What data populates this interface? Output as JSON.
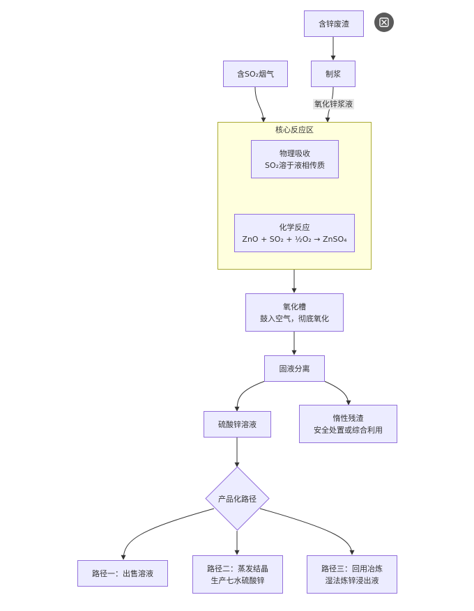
{
  "diagram": {
    "nodes": {
      "zinc_residue": "含锌废渣",
      "so2_gas": "含SO₂烟气",
      "slurry": "制浆",
      "physical_line1": "物理吸收",
      "physical_line2": "SO₂溶于液相传质",
      "chemical_line1": "化学反应",
      "chemical_line2": "ZnO + SO₂ + ½O₂ → ZnSO₄",
      "oxidation_line1": "氧化槽",
      "oxidation_line2": "鼓入空气，彻底氧化",
      "separation": "固液分离",
      "zinc_sulfate_solution": "硫酸锌溶液",
      "inert_line1": "惰性残渣",
      "inert_line2": "安全处置或综合利用",
      "decision": "产品化路径",
      "path1": "路径一：出售溶液",
      "path2_line1": "路径二：蒸发结晶",
      "path2_line2": "生产七水硫酸锌",
      "path3_line1": "路径三：回用冶炼",
      "path3_line2": "湿法炼锌浸出液"
    },
    "edge_labels": {
      "slurry_to_reactor": "氧化锌浆液"
    },
    "subgraph_title": "核心反应区"
  },
  "colors": {
    "node_fill": "#ececff",
    "node_border": "#9370db",
    "subgraph_fill": "#ffffde",
    "subgraph_border": "#aaaa33",
    "edge": "#333333"
  },
  "icons": {
    "close": "close-icon"
  }
}
